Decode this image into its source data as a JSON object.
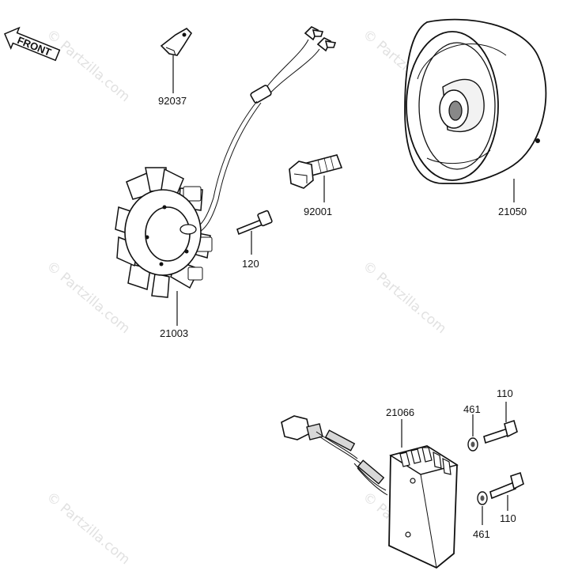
{
  "watermark": "© Partzilla.com",
  "front_arrow_label": "FRONT",
  "parts": {
    "p92037": "92037",
    "p92001": "92001",
    "p21050": "21050",
    "p120": "120",
    "p21003": "21003",
    "p21066": "21066",
    "p461_top": "461",
    "p110_top": "110",
    "p110_bottom": "110",
    "p461_bottom": "461"
  }
}
